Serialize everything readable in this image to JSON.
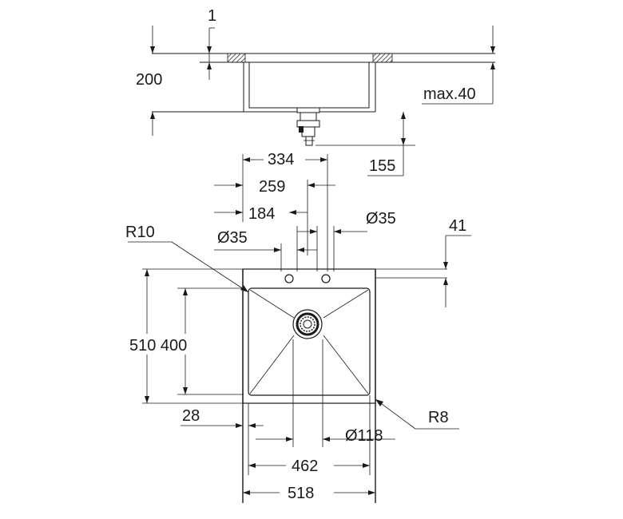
{
  "labels": {
    "top_1": "1",
    "depth_200": "200",
    "max40": "max.40",
    "drain_155": "155",
    "w334": "334",
    "w259": "259",
    "w184": "184",
    "r10": "R10",
    "d35_left": "Ø35",
    "d35_right": "Ø35",
    "h41": "41",
    "h510_400": "510 400",
    "w28": "28",
    "r8": "R8",
    "d118": "Ø118",
    "w462": "462",
    "w518": "518"
  },
  "colors": {
    "line": "#1a1a1a",
    "background": "#ffffff",
    "hatch": "#333333"
  }
}
